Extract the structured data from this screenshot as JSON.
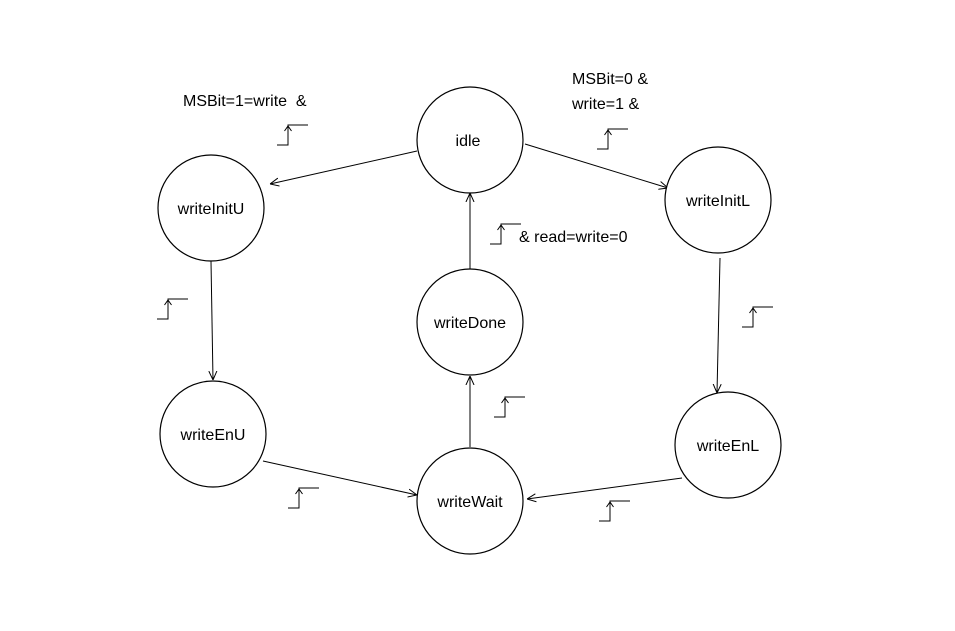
{
  "diagram": {
    "states": {
      "idle": "idle",
      "writeInitU": "writeInitU",
      "writeInitL": "writeInitL",
      "writeEnU": "writeEnU",
      "writeEnL": "writeEnL",
      "writeWait": "writeWait",
      "writeDone": "writeDone"
    },
    "labels": {
      "idle_to_writeInitU": "MSBit=1=write  &",
      "idle_to_writeInitL_line1": "MSBit=0 &",
      "idle_to_writeInitL_line2": "write=1 &",
      "writeDone_to_idle": "& read=write=0"
    },
    "colors": {
      "line": "#000000",
      "background": "#ffffff"
    },
    "icons": {
      "rising_edge": "rising-edge-icon"
    }
  }
}
